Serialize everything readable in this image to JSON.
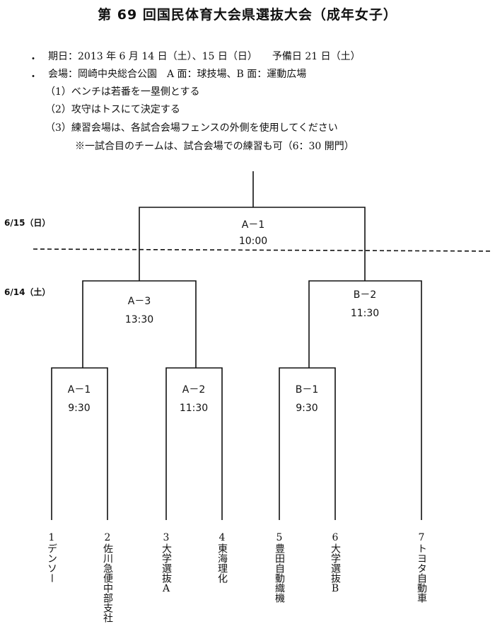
{
  "title": "第 69 回国民体育大会県選抜大会（成年女子）",
  "info": {
    "bullet": "・",
    "dates": "期日：2013 年 6 月 14 日（土）、15 日（日）　　予備日 21 日（土）",
    "venue": "会場：岡崎中央総合公園　A 面：球技場、B 面：運動広場",
    "rule1": "（1）ベンチは若番を一塁側とする",
    "rule2": "（2）攻守はトスにて決定する",
    "rule3": "（3）練習会場は、各試合会場フェンスの外側を使用してください",
    "note": "※一試合目のチームは、試合会場での練習も可（6：30 開門）"
  },
  "dates": {
    "day2": "6/15（日）",
    "day1": "6/14（土）"
  },
  "games": {
    "final": {
      "label": "A－1",
      "time": "10:00"
    },
    "semi_a": {
      "label": "A－3",
      "time": "13:30"
    },
    "semi_b": {
      "label": "B－2",
      "time": "11:30"
    },
    "r1_a1": {
      "label": "A－1",
      "time": "9:30"
    },
    "r1_a2": {
      "label": "A－2",
      "time": "11:30"
    },
    "r1_b1": {
      "label": "B－1",
      "time": "9:30"
    }
  },
  "teams": [
    "1デンソー",
    "2佐川急便中部支社",
    "3大学選抜A",
    "4東海理化",
    "5豊田自動織機",
    "6大学選抜B",
    "7トヨタ自動車"
  ]
}
